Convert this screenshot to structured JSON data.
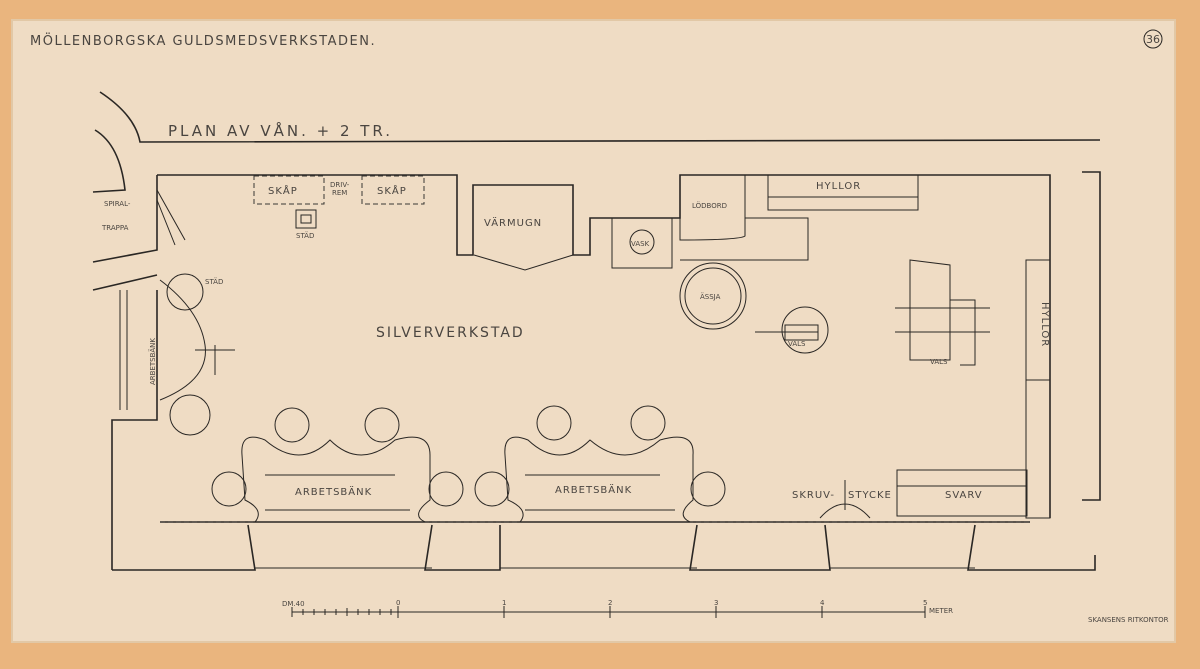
{
  "title": "MÖLLENBORGSKA GULDSMEDSVERKSTADEN.",
  "sheet_number": "36",
  "subtitle": "PLAN AV VÅN. + 2 TR.",
  "rooms": {
    "main": "SILVERVERKSTAD",
    "stair_1": "SPIRAL-",
    "stair_2": "TRAPPA"
  },
  "labels": {
    "skap_1": "SKÅP",
    "driv_1": "DRIV-",
    "driv_2": "REM",
    "skap_2": "SKÅP",
    "stad_1": "STÄD",
    "stad_2": "STÄD",
    "varmugn": "VÄRMUGN",
    "vask": "VASK",
    "lodbord": "LÖDBORD",
    "hyllor_top": "HYLLOR",
    "assja": "ÄSSJA",
    "vals_1": "VALS",
    "vals_2": "VALS",
    "hyllor_right": "HYLLOR",
    "arbetsbank_left": "ARBETSBÄNK",
    "arbetsbank_1": "ARBETSBÄNK",
    "arbetsbank_2": "ARBETSBÄNK",
    "skruv_1": "SKRUV-",
    "skruv_2": "STYCKE",
    "svarv": "SVARV"
  },
  "scale": {
    "start": "DM.40",
    "ticks": [
      "0",
      "1",
      "2",
      "3",
      "4",
      "5"
    ],
    "unit": "METER"
  },
  "office_stamp": "SKANSENS RITKONTOR"
}
